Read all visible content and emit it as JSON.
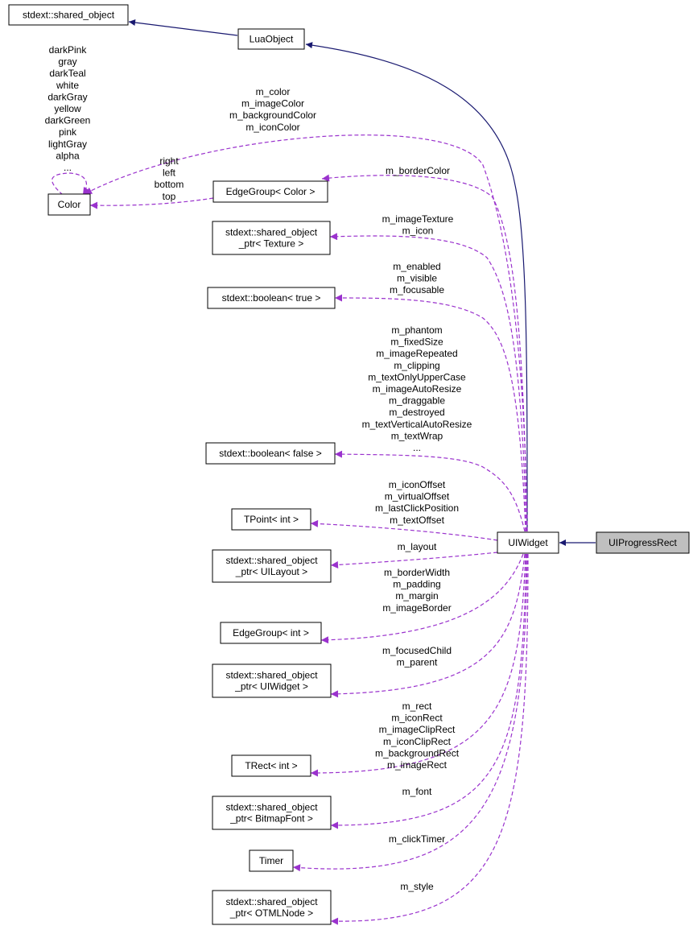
{
  "colors": {
    "inheritance": "#191970",
    "relation": "#9a32cd",
    "highlight_fill": "#bfbfbf"
  },
  "nodes": {
    "shared_object": [
      "stdext::shared_object"
    ],
    "luaobject": [
      "LuaObject"
    ],
    "color": [
      "Color"
    ],
    "edge_color": [
      "EdgeGroup< Color >"
    ],
    "texture_ptr": [
      "stdext::shared_object",
      "_ptr< Texture >"
    ],
    "bool_true": [
      "stdext::boolean< true >"
    ],
    "bool_false": [
      "stdext::boolean< false >"
    ],
    "tpoint": [
      "TPoint< int >"
    ],
    "layout_ptr": [
      "stdext::shared_object",
      "_ptr< UILayout >"
    ],
    "edge_int": [
      "EdgeGroup< int >"
    ],
    "widget_ptr": [
      "stdext::shared_object",
      "_ptr< UIWidget >"
    ],
    "trect": [
      "TRect< int >"
    ],
    "font_ptr": [
      "stdext::shared_object",
      "_ptr< BitmapFont >"
    ],
    "timer": [
      "Timer"
    ],
    "otml_ptr": [
      "stdext::shared_object",
      "_ptr< OTMLNode >"
    ],
    "uiwidget": [
      "UIWidget"
    ],
    "uiprogressrect": [
      "UIProgressRect"
    ]
  },
  "labels": {
    "color_self": [
      "darkPink",
      "gray",
      "darkTeal",
      "white",
      "darkGray",
      "yellow",
      "darkGreen",
      "pink",
      "lightGray",
      "alpha",
      "..."
    ],
    "color_widget": [
      "m_color",
      "m_imageColor",
      "m_backgroundColor",
      "m_iconColor"
    ],
    "edge_color_to_color": [
      "right",
      "left",
      "bottom",
      "top"
    ],
    "edge_color_widget": [
      "m_borderColor"
    ],
    "texture_widget": [
      "m_imageTexture",
      "m_icon"
    ],
    "bool_true_widget": [
      "m_enabled",
      "m_visible",
      "m_focusable"
    ],
    "bool_false_widget": [
      "m_phantom",
      "m_fixedSize",
      "m_imageRepeated",
      "m_clipping",
      "m_textOnlyUpperCase",
      "m_imageAutoResize",
      "m_draggable",
      "m_destroyed",
      "m_textVerticalAutoResize",
      "m_textWrap",
      "..."
    ],
    "tpoint_widget": [
      "m_iconOffset",
      "m_virtualOffset",
      "m_lastClickPosition",
      "m_textOffset"
    ],
    "layout_widget": [
      "m_layout"
    ],
    "edge_int_widget": [
      "m_borderWidth",
      "m_padding",
      "m_margin",
      "m_imageBorder"
    ],
    "widget_ptr_widget": [
      "m_focusedChild",
      "m_parent"
    ],
    "trect_widget": [
      "m_rect",
      "m_iconRect",
      "m_imageClipRect",
      "m_iconClipRect",
      "m_backgroundRect",
      "m_imageRect"
    ],
    "font_widget": [
      "m_font"
    ],
    "timer_widget": [
      "m_clickTimer"
    ],
    "otml_widget": [
      "m_style"
    ]
  }
}
